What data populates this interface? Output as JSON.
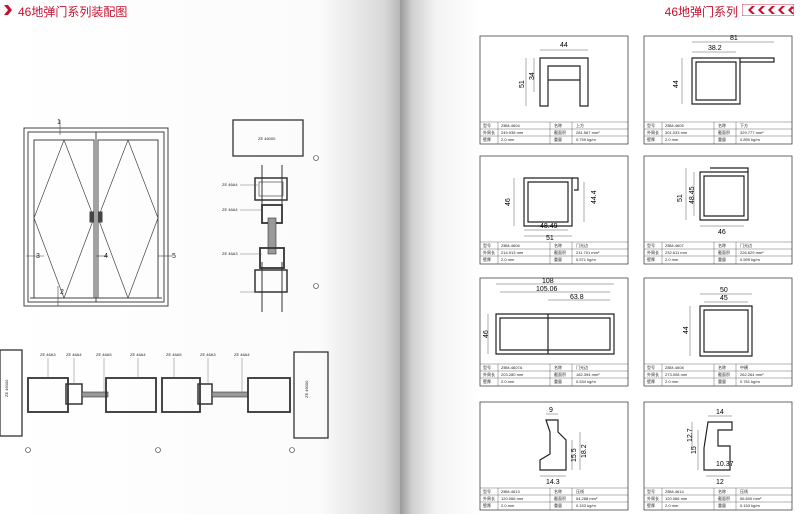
{
  "left_page": {
    "header": "46地弹门系列装配图",
    "elevation_labels": [
      "1",
      "2",
      "3",
      "4",
      "5"
    ],
    "callout_codes": [
      "ZE 46000",
      "ZE 46A4",
      "ZE 46A4",
      "ZE 46A3"
    ],
    "bottom_codes": [
      "ZE 46A3",
      "ZE 46A4",
      "ZE 46A5",
      "ZE 46A4",
      "ZE 46A5",
      "ZE 46A3",
      "ZE 46A4"
    ]
  },
  "right_page": {
    "header": "46地弹门系列",
    "profiles": [
      {
        "code": "ZBM-4604",
        "name": "上方",
        "perimeter": "249.938 mm",
        "area": "281.567 mm²",
        "thickness": "2.0 mm",
        "weight": "0.759 kg/m",
        "dims": [
          "44",
          "51",
          "34"
        ]
      },
      {
        "code": "ZBM-4605",
        "name": "下方",
        "perimeter": "301.033 mm",
        "area": "329.777 mm²",
        "thickness": "2.0 mm",
        "weight": "0.890 kg/m",
        "dims": [
          "81",
          "38.2",
          "44"
        ]
      },
      {
        "code": "ZBM-4606",
        "name": "门光边",
        "perimeter": "214.913 mm",
        "area": "211.701 mm²",
        "thickness": "2.0 mm",
        "weight": "0.571 kg/m",
        "dims": [
          "46",
          "44.4",
          "48.49",
          "51"
        ]
      },
      {
        "code": "ZBM-4607",
        "name": "门光边",
        "perimeter": "232.611 mm",
        "area": "226.629 mm²",
        "thickness": "2.0 mm",
        "weight": "0.599 kg/m",
        "dims": [
          "51",
          "48.45",
          "46"
        ]
      },
      {
        "code": "ZBM-4607A",
        "name": "门光边",
        "perimeter": "203.280 mm",
        "area": "182.394 mm²",
        "thickness": "2.0 mm",
        "weight": "0.534 kg/m",
        "dims": [
          "108",
          "105.06",
          "63.8",
          "46"
        ]
      },
      {
        "code": "ZBM-4608",
        "name": "中横",
        "perimeter": "273.008 mm",
        "area": "262.264 mm²",
        "thickness": "2.0 mm",
        "weight": "0.761 kg/m",
        "dims": [
          "50",
          "45",
          "44"
        ]
      },
      {
        "code": "ZBM-4613",
        "name": "压线",
        "perimeter": "120.066 mm",
        "area": "54.288 mm²",
        "thickness": "2.0 mm",
        "weight": "0.153 kg/m",
        "dims": [
          "9",
          "15.5",
          "18.2",
          "14.3"
        ]
      },
      {
        "code": "ZBM-4614",
        "name": "压线",
        "perimeter": "120.066 mm",
        "area": "56.600 mm²",
        "thickness": "2.0 mm",
        "weight": "0.153 kg/m",
        "dims": [
          "14",
          "12.7",
          "15",
          "10.37",
          "12"
        ]
      }
    ],
    "table_labels": {
      "code": "型号",
      "name": "名称",
      "perimeter": "外周长",
      "area": "截面积",
      "thickness": "壁厚",
      "weight": "重量"
    }
  }
}
